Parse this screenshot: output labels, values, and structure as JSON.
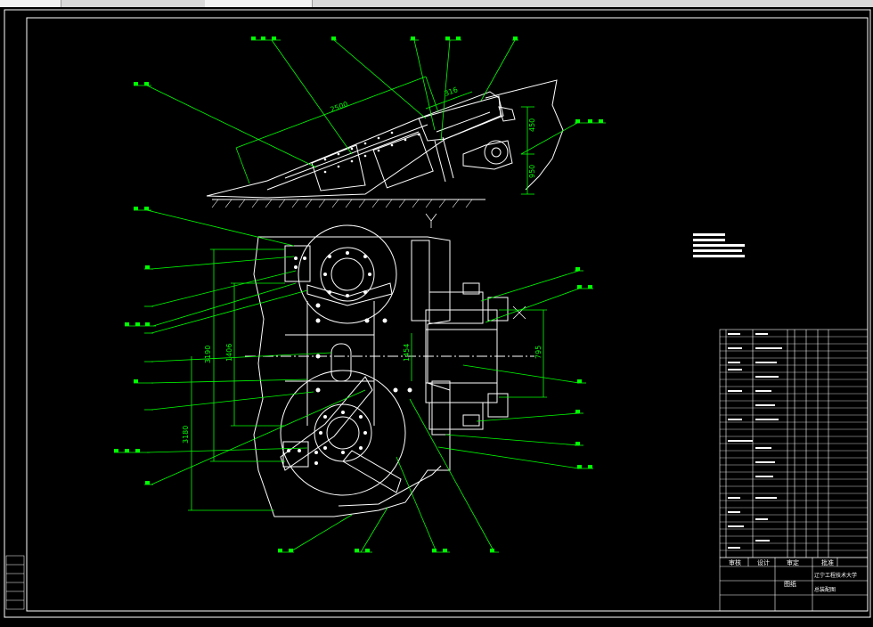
{
  "drawing": {
    "dimensions": {
      "top_length": "2500",
      "top_small": "316",
      "top_vertical_1": "450",
      "top_vertical_2": "950",
      "plan_height_1": "3190",
      "plan_height_2": "1406",
      "plan_height_3": "3180",
      "plan_mid": "1454",
      "plan_right": "795"
    },
    "title_block": {
      "header_cells": [
        "审核",
        "设计",
        "审定",
        "批准"
      ],
      "title_line_1": "辽宁工程技术大学",
      "title_line_2": "总装配图",
      "label_cell": "图纸"
    }
  },
  "colors": {
    "background": "#000000",
    "line": "#ffffff",
    "leader": "#00ff00",
    "text": "#ffffff"
  }
}
